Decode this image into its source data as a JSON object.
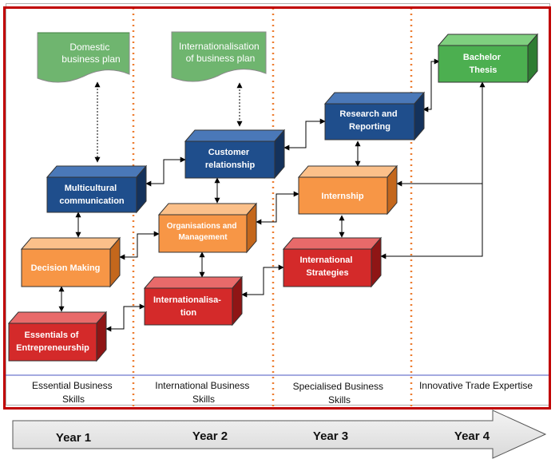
{
  "documents": {
    "domestic": {
      "lines": [
        "Domestic",
        "business plan"
      ]
    },
    "international": {
      "lines": [
        "Internationalisation",
        "of business plan"
      ]
    }
  },
  "boxes": {
    "bachelor_thesis": {
      "lines": [
        "Bachelor",
        "Thesis"
      ]
    },
    "research_reporting": {
      "lines": [
        "Research and",
        "Reporting"
      ]
    },
    "customer_relationship": {
      "lines": [
        "Customer",
        "relationship"
      ]
    },
    "multicultural": {
      "lines": [
        "Multicultural",
        "communication"
      ]
    },
    "internship": {
      "lines": [
        "Internship"
      ]
    },
    "organisations": {
      "lines": [
        "Organisations and",
        "Management"
      ]
    },
    "decision_making": {
      "lines": [
        "Decision Making"
      ]
    },
    "international_strategies": {
      "lines": [
        "International",
        "Strategies"
      ]
    },
    "internationalisation": {
      "lines": [
        "Internationalisa-",
        "tion"
      ]
    },
    "essentials": {
      "lines": [
        "Essentials of",
        "Entrepreneurship"
      ]
    }
  },
  "columns": [
    {
      "lines": [
        "Essential Business",
        "Skills"
      ]
    },
    {
      "lines": [
        "International Business",
        "Skills"
      ]
    },
    {
      "lines": [
        "Specialised Business",
        "Skills"
      ]
    },
    {
      "lines": [
        "Innovative Trade Expertise"
      ]
    }
  ],
  "years": [
    "Year 1",
    "Year 2",
    "Year 3",
    "Year 4"
  ],
  "colors": {
    "blue": "#1f4e8c",
    "orange": "#f79646",
    "red": "#d42a2a",
    "green": "#4caf50",
    "doc_green": "#6fb56f",
    "divider": "#ed7d31",
    "frame": "#c00000"
  }
}
